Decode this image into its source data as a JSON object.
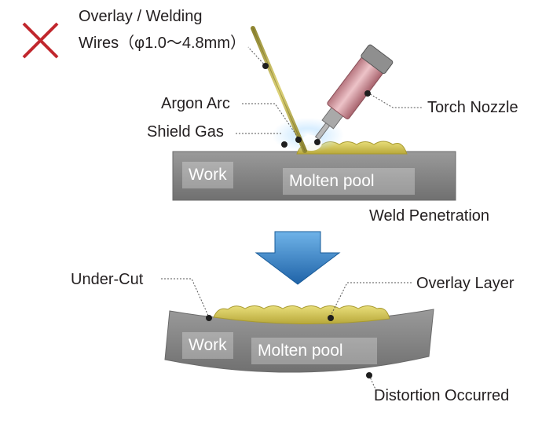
{
  "marker_icon": "red-x-icon",
  "colors": {
    "marker": "#c1272d",
    "text": "#231f20",
    "work_metal": "#8a8a8a",
    "bead": "#d9cc55",
    "arrow": "#2f7fc4",
    "nozzle": "#d9a0a6"
  },
  "top": {
    "wire_label_line1": "Overlay / Welding",
    "wire_label_line2": "Wires（φ1.0〜4.8mm）",
    "arc_label": "Argon Arc",
    "gas_label": "Shield Gas",
    "nozzle_label": "Torch Nozzle",
    "work_label": "Work",
    "pool_label": "Molten pool",
    "penetration_label": "Weld Penetration"
  },
  "bottom": {
    "undercut_label": "Under-Cut",
    "overlay_label": "Overlay Layer",
    "work_label": "Work",
    "pool_label": "Molten pool",
    "distortion_label": "Distortion Occurred"
  }
}
